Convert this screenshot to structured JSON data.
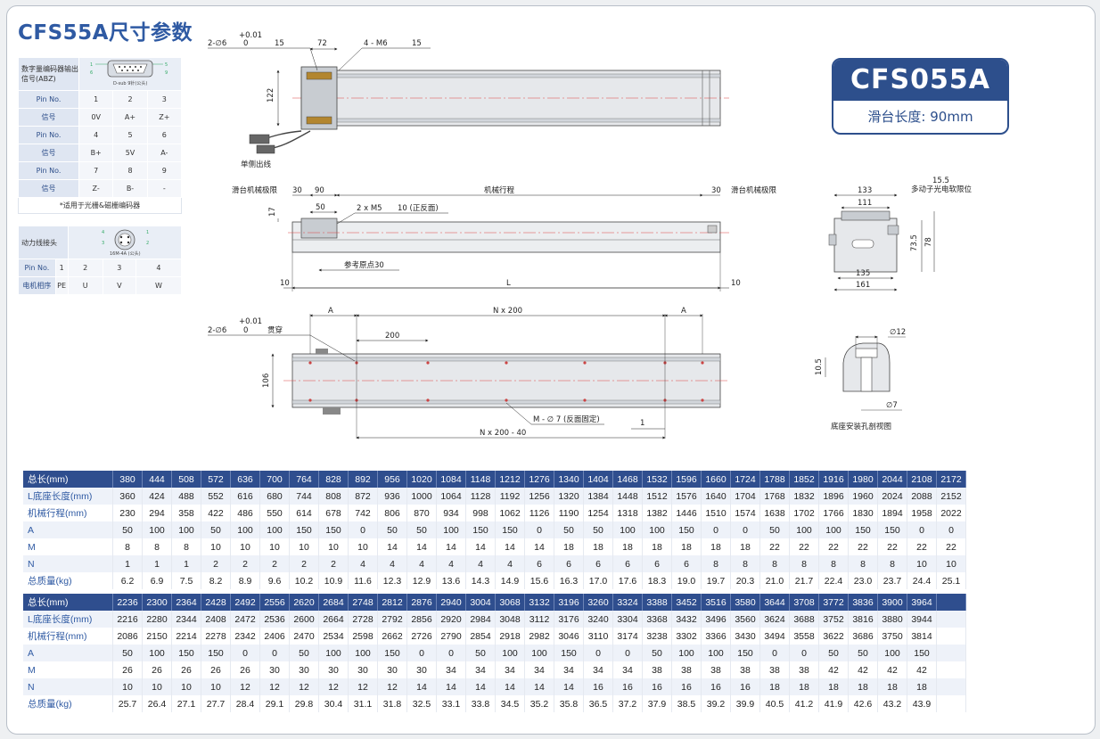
{
  "title": "CFS55A尺寸参数",
  "badge": {
    "model": "CFS055A",
    "sub": "滑台长度: 90mm"
  },
  "encoder": {
    "label": "数字量编码器输出信号(ABZ)",
    "connector_caption": "D-sub 9针(公头)",
    "pins_left": [
      "1",
      "6"
    ],
    "pins_right": [
      "5",
      "9"
    ],
    "rows": [
      {
        "head": "Pin No.",
        "cells": [
          "1",
          "2",
          "3"
        ]
      },
      {
        "head": "信号",
        "cells": [
          "0V",
          "A+",
          "Z+"
        ]
      },
      {
        "head": "Pin No.",
        "cells": [
          "4",
          "5",
          "6"
        ]
      },
      {
        "head": "信号",
        "cells": [
          "B+",
          "5V",
          "A-"
        ]
      },
      {
        "head": "Pin No.",
        "cells": [
          "7",
          "8",
          "9"
        ]
      },
      {
        "head": "信号",
        "cells": [
          "Z-",
          "B-",
          "-"
        ]
      }
    ],
    "note": "*适用于光栅&磁栅编码器"
  },
  "power": {
    "label": "动力线接头",
    "connector_caption": "16M-4A (公头)",
    "pins": [
      "4",
      "3",
      "1",
      "2"
    ],
    "rows": [
      {
        "head": "Pin No.",
        "cells": [
          "1",
          "2",
          "3",
          "4"
        ]
      },
      {
        "head": "电机相序",
        "cells": [
          "PE",
          "U",
          "V",
          "W"
        ]
      }
    ]
  },
  "drawing": {
    "top": {
      "hole": "2-∅6",
      "tol": "+0.01",
      "tol0": "0",
      "depth15": "15",
      "dim72": "72",
      "tap": "4 - M6",
      "depth15b": "15",
      "h122": "122",
      "cable": "单侧出线"
    },
    "side": {
      "lim_left": "滑台机械极限",
      "d30a": "30",
      "d90": "90",
      "stroke": "机械行程",
      "d30b": "30",
      "lim_right": "滑台机械极限",
      "d17": "17",
      "d50": "50",
      "m5": "2 x M5",
      "m5_depth": "10 (正反面)",
      "origin": "参考原点30",
      "d10a": "10",
      "len": "L",
      "d10b": "10"
    },
    "end": {
      "d15_5": "15.5",
      "sensor": "多动子光电软限位",
      "d133": "133",
      "d111": "111",
      "d73_5": "73.5",
      "d78": "78",
      "d135": "135",
      "d161": "161"
    },
    "base": {
      "dA1": "A",
      "dN200": "N x 200",
      "dA2": "A",
      "hole": "2-∅6",
      "tol": "+0.01",
      "tol0": "0",
      "through": "贯穿",
      "d200": "200",
      "d106": "106",
      "mhole": "M - ∅ 7 (反面固定)",
      "d1": "1",
      "dN200_40": "N x 200 - 40"
    },
    "section": {
      "d12": "∅12",
      "d10_5": "10.5",
      "d7": "∅7",
      "caption": "底座安装孔剖视图"
    }
  },
  "spec_table": [
    {
      "rows": [
        [
          "总长(mm)",
          "380",
          "444",
          "508",
          "572",
          "636",
          "700",
          "764",
          "828",
          "892",
          "956",
          "1020",
          "1084",
          "1148",
          "1212",
          "1276",
          "1340",
          "1404",
          "1468",
          "1532",
          "1596",
          "1660",
          "1724",
          "1788",
          "1852",
          "1916",
          "1980",
          "2044",
          "2108",
          "2172"
        ],
        [
          "L底座长度(mm)",
          "360",
          "424",
          "488",
          "552",
          "616",
          "680",
          "744",
          "808",
          "872",
          "936",
          "1000",
          "1064",
          "1128",
          "1192",
          "1256",
          "1320",
          "1384",
          "1448",
          "1512",
          "1576",
          "1640",
          "1704",
          "1768",
          "1832",
          "1896",
          "1960",
          "2024",
          "2088",
          "2152"
        ],
        [
          "机械行程(mm)",
          "230",
          "294",
          "358",
          "422",
          "486",
          "550",
          "614",
          "678",
          "742",
          "806",
          "870",
          "934",
          "998",
          "1062",
          "1126",
          "1190",
          "1254",
          "1318",
          "1382",
          "1446",
          "1510",
          "1574",
          "1638",
          "1702",
          "1766",
          "1830",
          "1894",
          "1958",
          "2022"
        ],
        [
          "A",
          "50",
          "100",
          "100",
          "50",
          "100",
          "100",
          "150",
          "150",
          "0",
          "50",
          "50",
          "100",
          "150",
          "150",
          "0",
          "50",
          "50",
          "100",
          "100",
          "150",
          "0",
          "0",
          "50",
          "100",
          "100",
          "150",
          "150",
          "0",
          "0"
        ],
        [
          "M",
          "8",
          "8",
          "8",
          "10",
          "10",
          "10",
          "10",
          "10",
          "10",
          "14",
          "14",
          "14",
          "14",
          "14",
          "14",
          "18",
          "18",
          "18",
          "18",
          "18",
          "18",
          "18",
          "22",
          "22",
          "22",
          "22",
          "22",
          "22",
          "22"
        ],
        [
          "N",
          "1",
          "1",
          "1",
          "2",
          "2",
          "2",
          "2",
          "2",
          "4",
          "4",
          "4",
          "4",
          "4",
          "4",
          "6",
          "6",
          "6",
          "6",
          "6",
          "6",
          "8",
          "8",
          "8",
          "8",
          "8",
          "8",
          "8",
          "10",
          "10"
        ],
        [
          "总质量(kg)",
          "6.2",
          "6.9",
          "7.5",
          "8.2",
          "8.9",
          "9.6",
          "10.2",
          "10.9",
          "11.6",
          "12.3",
          "12.9",
          "13.6",
          "14.3",
          "14.9",
          "15.6",
          "16.3",
          "17.0",
          "17.6",
          "18.3",
          "19.0",
          "19.7",
          "20.3",
          "21.0",
          "21.7",
          "22.4",
          "23.0",
          "23.7",
          "24.4",
          "25.1"
        ]
      ]
    },
    {
      "rows": [
        [
          "总长(mm)",
          "2236",
          "2300",
          "2364",
          "2428",
          "2492",
          "2556",
          "2620",
          "2684",
          "2748",
          "2812",
          "2876",
          "2940",
          "3004",
          "3068",
          "3132",
          "3196",
          "3260",
          "3324",
          "3388",
          "3452",
          "3516",
          "3580",
          "3644",
          "3708",
          "3772",
          "3836",
          "3900",
          "3964",
          ""
        ],
        [
          "L底座长度(mm)",
          "2216",
          "2280",
          "2344",
          "2408",
          "2472",
          "2536",
          "2600",
          "2664",
          "2728",
          "2792",
          "2856",
          "2920",
          "2984",
          "3048",
          "3112",
          "3176",
          "3240",
          "3304",
          "3368",
          "3432",
          "3496",
          "3560",
          "3624",
          "3688",
          "3752",
          "3816",
          "3880",
          "3944",
          ""
        ],
        [
          "机械行程(mm)",
          "2086",
          "2150",
          "2214",
          "2278",
          "2342",
          "2406",
          "2470",
          "2534",
          "2598",
          "2662",
          "2726",
          "2790",
          "2854",
          "2918",
          "2982",
          "3046",
          "3110",
          "3174",
          "3238",
          "3302",
          "3366",
          "3430",
          "3494",
          "3558",
          "3622",
          "3686",
          "3750",
          "3814",
          ""
        ],
        [
          "A",
          "50",
          "100",
          "150",
          "150",
          "0",
          "0",
          "50",
          "100",
          "100",
          "150",
          "0",
          "0",
          "50",
          "100",
          "100",
          "150",
          "0",
          "0",
          "50",
          "100",
          "100",
          "150",
          "0",
          "0",
          "50",
          "50",
          "100",
          "150",
          ""
        ],
        [
          "M",
          "26",
          "26",
          "26",
          "26",
          "26",
          "30",
          "30",
          "30",
          "30",
          "30",
          "30",
          "34",
          "34",
          "34",
          "34",
          "34",
          "34",
          "34",
          "38",
          "38",
          "38",
          "38",
          "38",
          "38",
          "42",
          "42",
          "42",
          "42",
          ""
        ],
        [
          "N",
          "10",
          "10",
          "10",
          "10",
          "12",
          "12",
          "12",
          "12",
          "12",
          "12",
          "14",
          "14",
          "14",
          "14",
          "14",
          "14",
          "16",
          "16",
          "16",
          "16",
          "16",
          "16",
          "18",
          "18",
          "18",
          "18",
          "18",
          "18",
          ""
        ],
        [
          "总质量(kg)",
          "25.7",
          "26.4",
          "27.1",
          "27.7",
          "28.4",
          "29.1",
          "29.8",
          "30.4",
          "31.1",
          "31.8",
          "32.5",
          "33.1",
          "33.8",
          "34.5",
          "35.2",
          "35.8",
          "36.5",
          "37.2",
          "37.9",
          "38.5",
          "39.2",
          "39.9",
          "40.5",
          "41.2",
          "41.9",
          "42.6",
          "43.2",
          "43.9",
          ""
        ]
      ]
    }
  ]
}
